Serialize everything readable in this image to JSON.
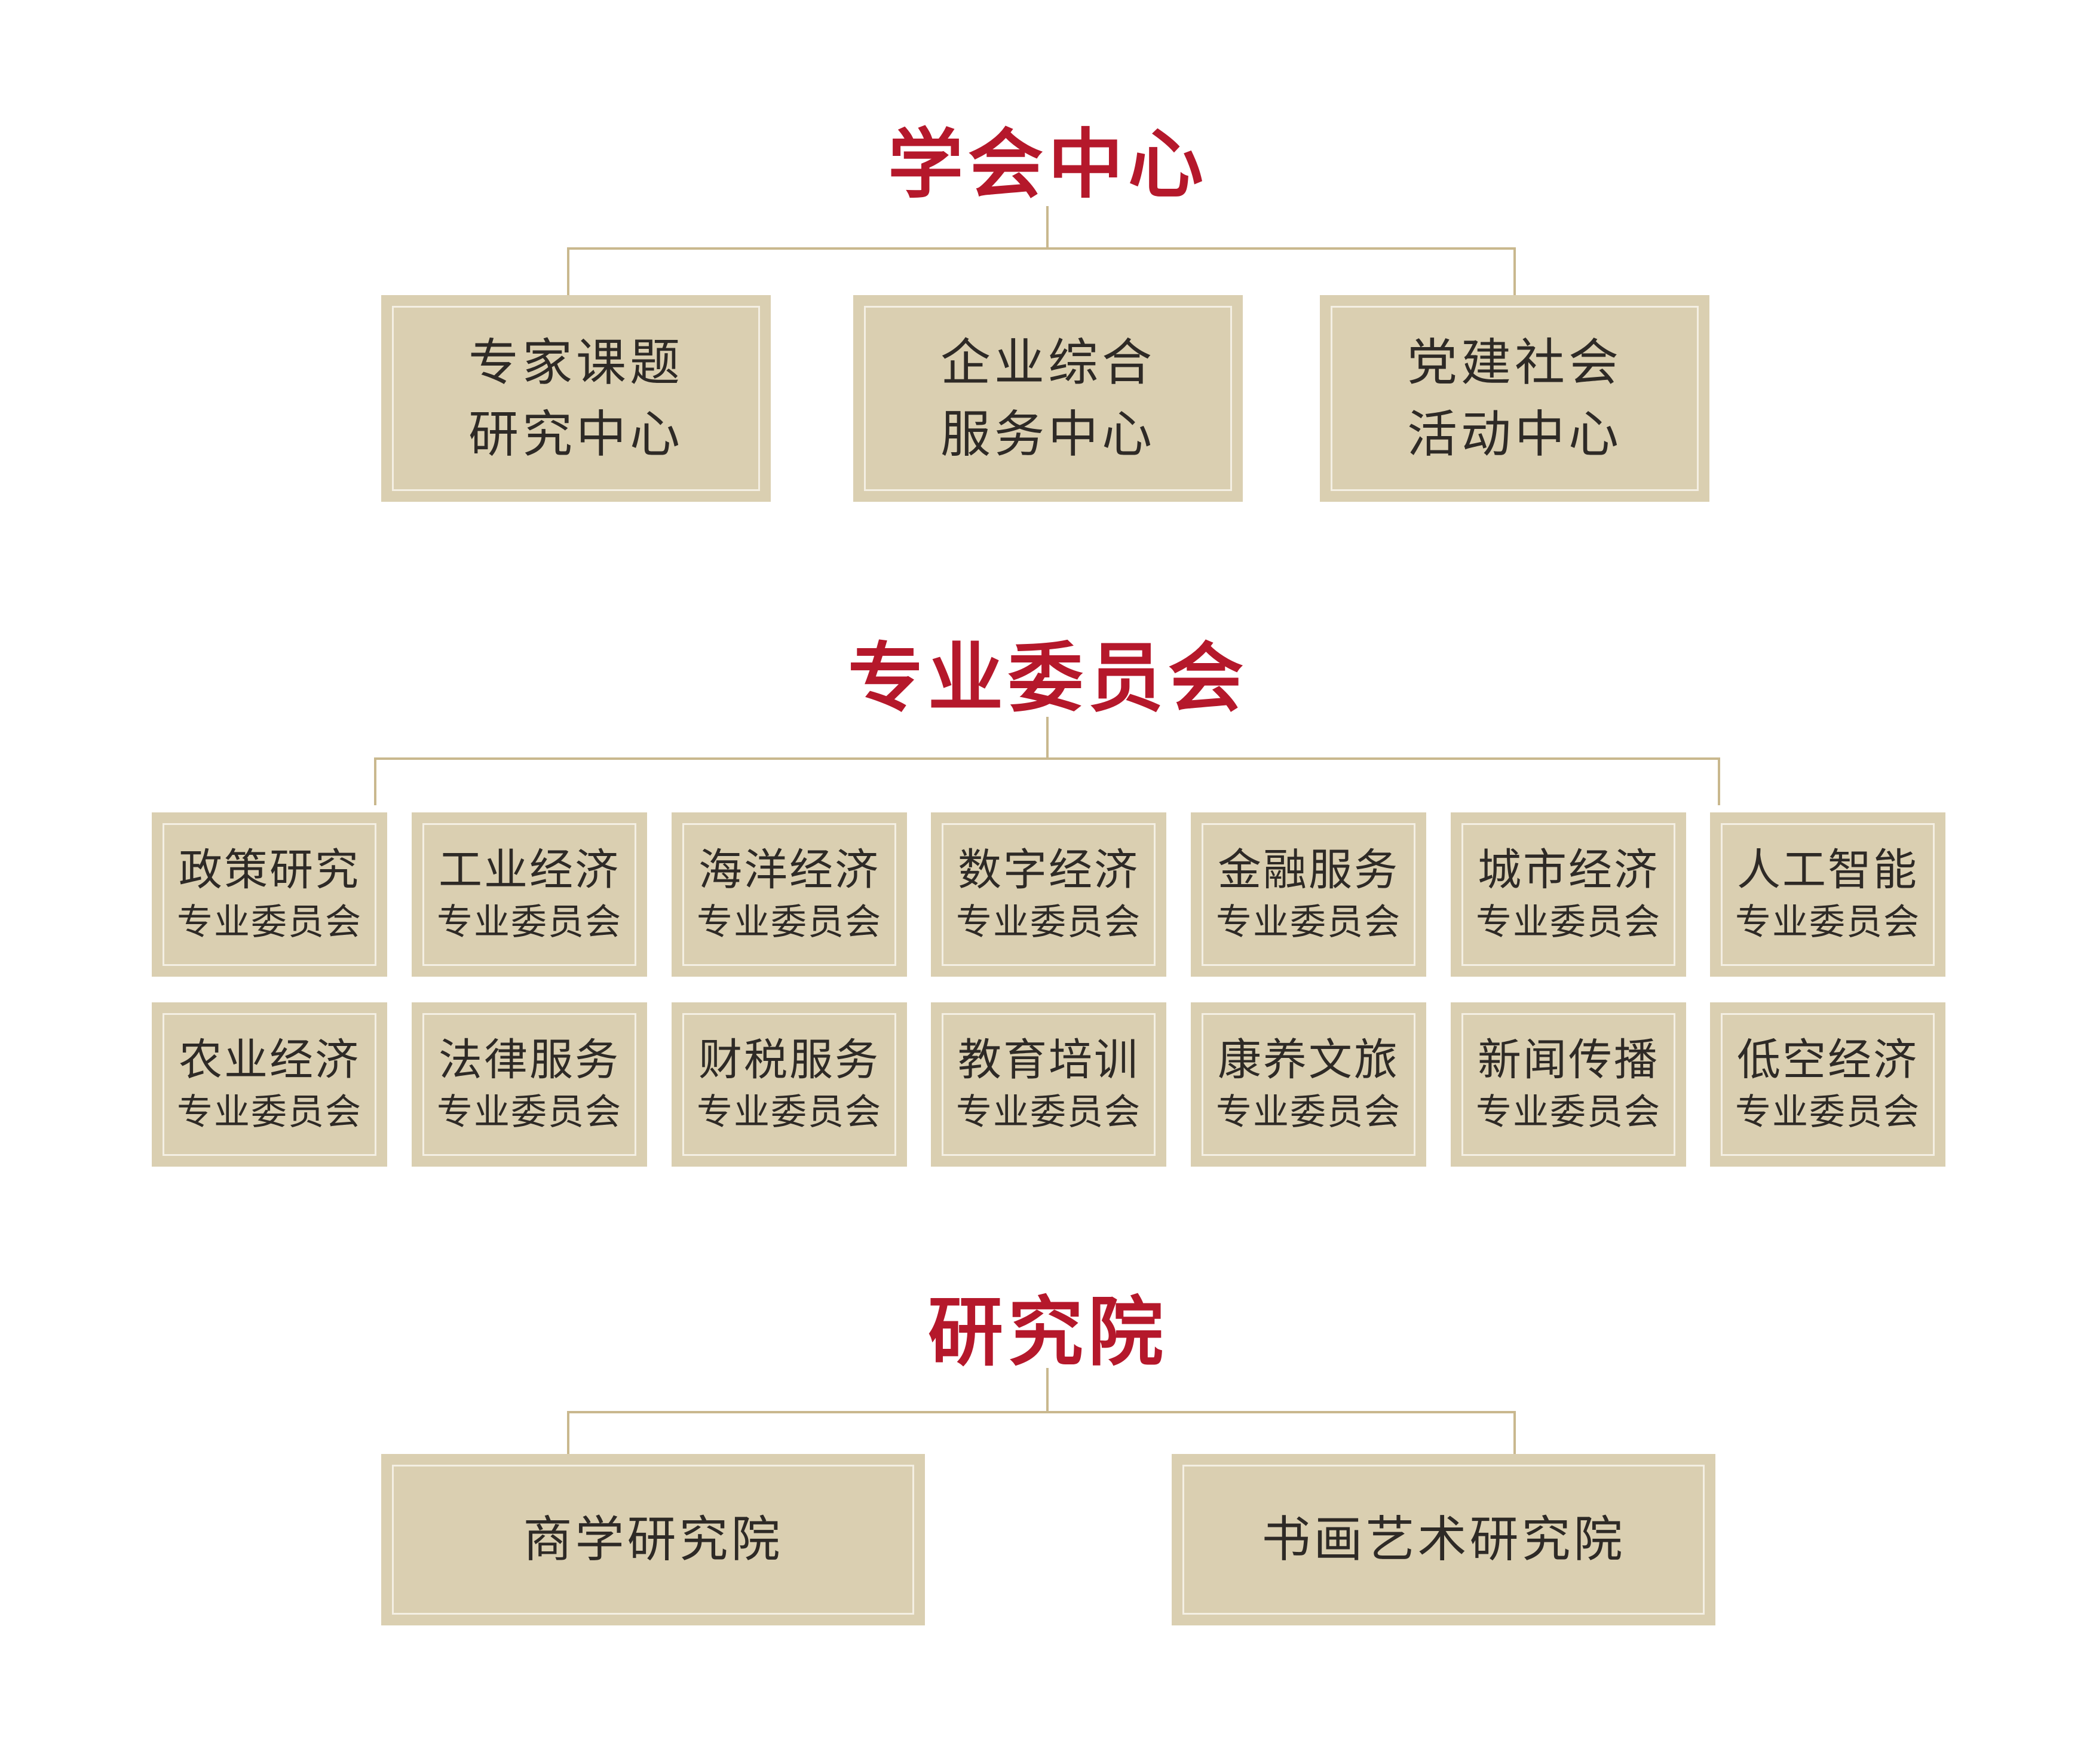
{
  "colors": {
    "title": "#b5182b",
    "box_fill": "#dacfb1",
    "box_inner_border": "#f4efe3",
    "connector": "#c9b88e",
    "text": "#2e2a26"
  },
  "sections": {
    "center": {
      "title": "学会中心",
      "items": [
        {
          "line1": "专家课题",
          "line2": "研究中心"
        },
        {
          "line1": "企业综合",
          "line2": "服务中心"
        },
        {
          "line1": "党建社会",
          "line2": "活动中心"
        }
      ]
    },
    "committee": {
      "title": "专业委员会",
      "row1": [
        {
          "name": "政策研究",
          "suffix": "专业委员会"
        },
        {
          "name": "工业经济",
          "suffix": "专业委员会"
        },
        {
          "name": "海洋经济",
          "suffix": "专业委员会"
        },
        {
          "name": "数字经济",
          "suffix": "专业委员会"
        },
        {
          "name": "金融服务",
          "suffix": "专业委员会"
        },
        {
          "name": "城市经济",
          "suffix": "专业委员会"
        },
        {
          "name": "人工智能",
          "suffix": "专业委员会"
        }
      ],
      "row2": [
        {
          "name": "农业经济",
          "suffix": "专业委员会"
        },
        {
          "name": "法律服务",
          "suffix": "专业委员会"
        },
        {
          "name": "财税服务",
          "suffix": "专业委员会"
        },
        {
          "name": "教育培训",
          "suffix": "专业委员会"
        },
        {
          "name": "康养文旅",
          "suffix": "专业委员会"
        },
        {
          "name": "新闻传播",
          "suffix": "专业委员会"
        },
        {
          "name": "低空经济",
          "suffix": "专业委员会"
        }
      ]
    },
    "institute": {
      "title": "研究院",
      "items": [
        {
          "name": "商学研究院"
        },
        {
          "name": "书画艺术研究院"
        }
      ]
    }
  }
}
